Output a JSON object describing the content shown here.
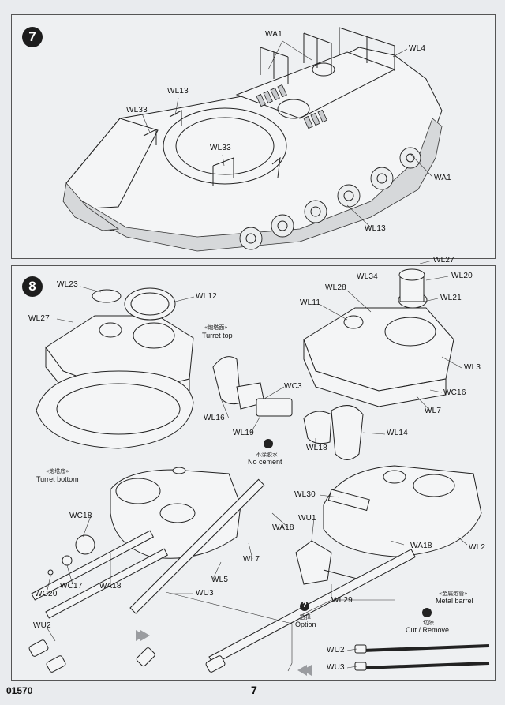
{
  "page": {
    "code": "01570",
    "number": "7"
  },
  "step7": {
    "number": "7",
    "labels": {
      "wa1_top": "WA1",
      "wl4": "WL4",
      "wl13_top": "WL13",
      "wl33_left": "WL33",
      "wl33_center": "WL33",
      "wa1_right": "WA1",
      "wl13_bottom": "WL13"
    }
  },
  "step8": {
    "number": "8",
    "labels": {
      "wl23": "WL23",
      "wl12": "WL12",
      "wl27_left": "WL27",
      "wl27_right": "WL27",
      "wl34": "WL34",
      "wl20": "WL20",
      "wl28": "WL28",
      "wl21": "WL21",
      "wl11": "WL11",
      "wl3": "WL3",
      "wc3": "WC3",
      "wc16": "WC16",
      "wl7_right": "WL7",
      "wl16": "WL16",
      "wl19": "WL19",
      "wl14": "WL14",
      "wl18": "WL18",
      "wl30": "WL30",
      "wu1": "WU1",
      "wa18_mid": "WA18",
      "wa18_right": "WA18",
      "wl2": "WL2",
      "wc18": "WC18",
      "wl7_mid": "WL7",
      "wc17": "WC17",
      "wa18_left": "WA18",
      "wl5": "WL5",
      "wc20": "WC20",
      "wu3_top": "WU3",
      "wl29": "WL29",
      "wu2_left": "WU2",
      "wu2_right": "WU2",
      "wu3_right": "WU3"
    },
    "notes": {
      "turret_top_cn": "«炮塔面»",
      "turret_top": "Turret top",
      "turret_bottom_cn": "«炮塔底»",
      "turret_bottom": "Turret bottom",
      "no_cement_cn": "不涂胶水",
      "no_cement": "No cement",
      "option_cn": "选择",
      "option": "Option",
      "metal_barrel_cn": "«金属炮管»",
      "metal_barrel": "Metal barrel",
      "cut_remove_cn": "切除",
      "cut_remove": "Cut / Remove"
    }
  }
}
